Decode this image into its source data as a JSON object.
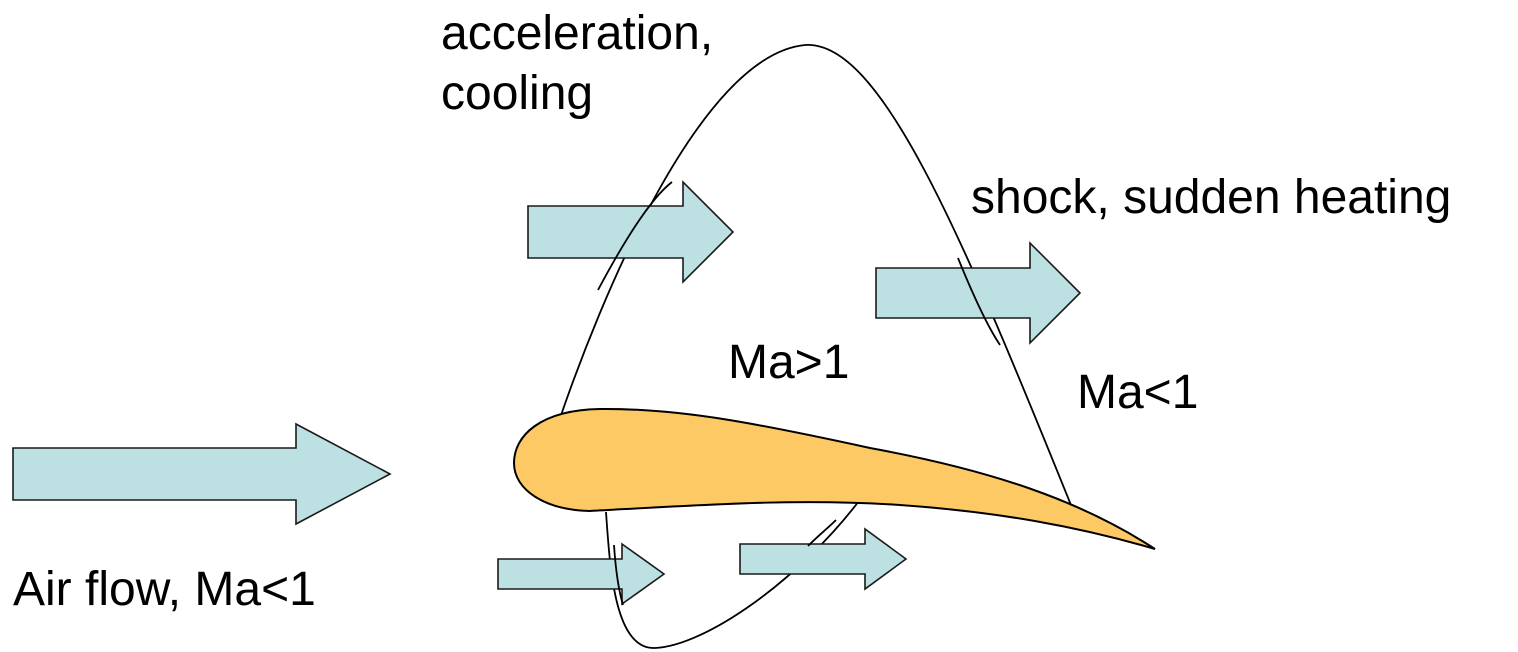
{
  "labels": {
    "acceleration": "acceleration,",
    "cooling": "cooling",
    "shock": "shock, sudden heating",
    "supersonic": "Ma>1",
    "subsonic_after": "Ma<1",
    "airflow": "Air flow, Ma<1"
  },
  "colors": {
    "arrow_fill": "#bde0e3",
    "airfoil_fill": "#fdc964",
    "line": "#000000"
  }
}
